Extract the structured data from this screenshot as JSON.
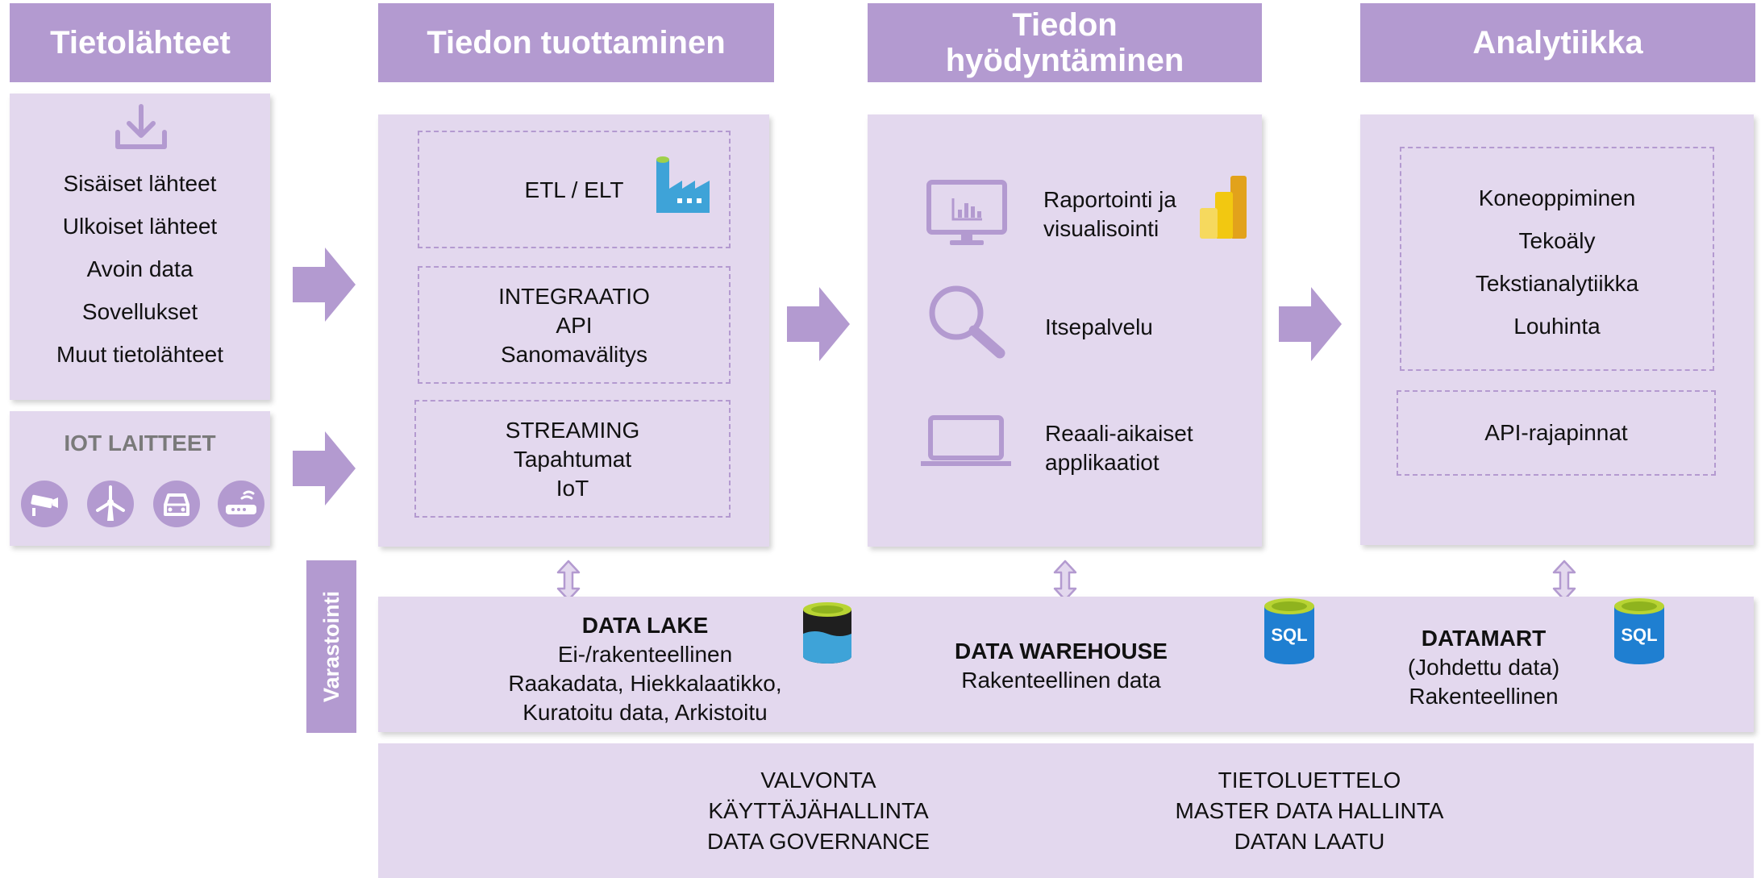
{
  "headers": {
    "sources": "Tietolähteet",
    "production": "Tiedon tuottaminen",
    "utilization_line1": "Tiedon",
    "utilization_line2": "hyödyntäminen",
    "analytics": "Analytiikka"
  },
  "sources": {
    "items": [
      "Sisäiset lähteet",
      "Ulkoiset lähteet",
      "Avoin data",
      "Sovellukset",
      "Muut tietolähteet"
    ],
    "iot_title": "IOT LAITTEET",
    "iot_icons": [
      "camera-icon",
      "wind-turbine-icon",
      "car-icon",
      "router-icon"
    ]
  },
  "production": {
    "etl": "ETL / ELT",
    "integration": [
      "INTEGRAATIO",
      "API",
      "Sanomavälitys"
    ],
    "streaming": [
      "STREAMING",
      "Tapahtumat",
      "IoT"
    ]
  },
  "utilization": {
    "reporting": [
      "Raportointi ja",
      "visualisointi"
    ],
    "selfservice": "Itsepalvelu",
    "realtime": [
      "Reaali-aikaiset",
      "applikaatiot"
    ]
  },
  "analytics": {
    "items": [
      "Koneoppiminen",
      "Tekoäly",
      "Tekstianalytiikka",
      "Louhinta"
    ],
    "api": "API-rajapinnat"
  },
  "storage": {
    "label": "Varastointi",
    "datalake_title": "DATA LAKE",
    "datalake_lines": [
      "Ei-/rakenteellinen",
      "Raakadata, Hiekkalaatikko,",
      "Kuratoitu data, Arkistoitu"
    ],
    "warehouse_title": "DATA WAREHOUSE",
    "warehouse_line": "Rakenteellinen  data",
    "datamart_title": "DATAMART",
    "datamart_lines": [
      "(Johdettu data)",
      "Rakenteellinen"
    ],
    "sql_label": "SQL"
  },
  "governance": {
    "left": [
      "VALVONTA",
      "KÄYTTÄJÄHALLINTA",
      "DATA GOVERNANCE"
    ],
    "right": [
      "TIETOLUETTELO",
      "MASTER DATA HALLINTA",
      "DATAN LAATU"
    ]
  },
  "colors": {
    "header": "#b39ad0",
    "panel": "#e3d8ee",
    "accent": "#b49ad0"
  }
}
